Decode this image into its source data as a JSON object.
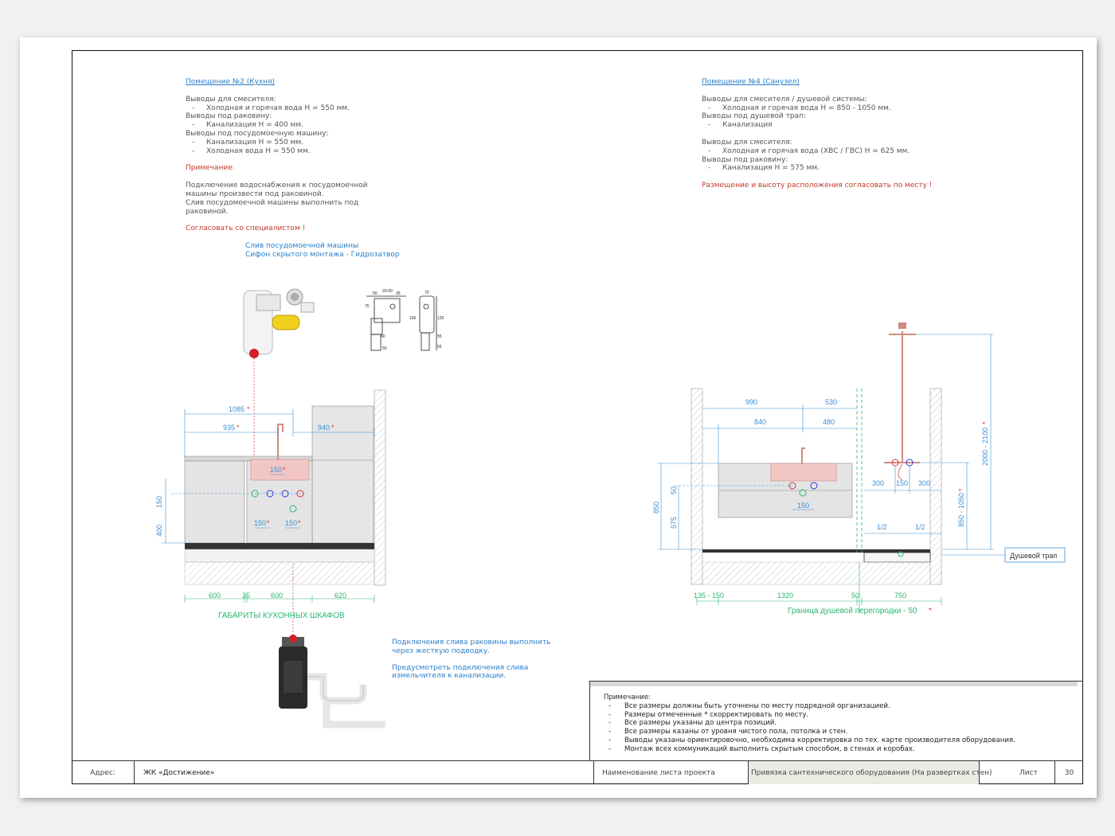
{
  "kitchen": {
    "title": "Помещение №2 (Кухня)",
    "mixer_label": "Выводы для смесителя:",
    "mixer_items": [
      "Холодная и горячая вода H = 550 мм."
    ],
    "sink_label": "Выводы под раковину:",
    "sink_items": [
      "Канализация H = 400 мм."
    ],
    "dishwasher_label": "Выводы под посудомоечную машину:",
    "dishwasher_items": [
      "Канализация H = 550 мм.",
      "Холодная вода H = 550 мм."
    ],
    "note_label": "Примечание:",
    "note_lines": [
      "Подключение водоснабжения к посудомоечной",
      "машины произвести под раковиной.",
      "Слив посудомоечной машины выполнить под",
      "раковиной."
    ],
    "agree": "Согласовать со специалистом !",
    "drain_caption_1": "Слив посудомоечной машины",
    "drain_caption_2": "Сифон скрытого монтажа - Гидрозатвор",
    "dims": {
      "d1085": "1085",
      "d935": "935",
      "d940": "940",
      "d150a": "150",
      "d150v": "150",
      "d400": "400",
      "d150b": "150",
      "d150c": "150",
      "star": "*"
    },
    "bottom_dims": [
      "600",
      "35",
      "600",
      "620"
    ],
    "cabinets_label": "ГАБАРИТЫ КУХОННЫХ ШКАФОВ",
    "sink_note_1a": "Подключения слива раковины выполнить",
    "sink_note_1b": "через жесткую подводку.",
    "sink_note_2a": "Предусмотреть подключения слива",
    "sink_note_2b": "измельчителя к канализации.",
    "mini_dims": [
      "50",
      "20-60",
      "35",
      "70",
      "70",
      "105",
      "125",
      "40",
      "50",
      "55",
      "55"
    ]
  },
  "bathroom": {
    "title": "Помещение №4 (Санузел)",
    "shower_mixer_label": "Выводы для смесителя / душевой системы:",
    "shower_mixer_items": [
      "Холодная и горячая вода H = 850 - 1050 мм."
    ],
    "trap_label": "Выводы под душевой трап:",
    "trap_items": [
      "Канализация"
    ],
    "mixer_label": "Выводы для смесителя:",
    "mixer_items": [
      "Холодная и горячая вода (ХВС / ГВС) H = 625 мм."
    ],
    "sink_label": "Выводы под раковину:",
    "sink_items": [
      "Канализация H = 575 мм."
    ],
    "agree": "Размещение и высоту расположения согласовать по месту !",
    "dims": {
      "d990": "990",
      "d530": "530",
      "d840": "840",
      "d480": "480",
      "d850": "850",
      "d575": "575",
      "d50": "50",
      "d150": "150",
      "d300a": "300",
      "d150b": "150",
      "d300b": "300",
      "d2000": "2000 - 2100",
      "d8501050": "850 - 1050",
      "half1": "1/2",
      "half2": "1/2",
      "star": "*"
    },
    "bottom_dims": [
      "135 - 150",
      "1320",
      "50",
      "750"
    ],
    "trap_tag": "Душевой трап",
    "partition_label": "Граница душевой перегородки - 50"
  },
  "general_note": {
    "title": "Примечание:",
    "items": [
      "Все размеры должны быть уточнены по месту подрядной организацией.",
      "Размеры отмеченные * скорректировать по месту.",
      "Все размеры указаны до центра позиций.",
      "Все размеры казаны от уровня чистого пола, потолка и стен.",
      "Выводы указаны ориентировочно, необходима корректировка по тех. карте производителя оборудования.",
      "Монтаж всех коммуникаций выполнить скрытым способом, в стенах и коробах."
    ]
  },
  "stamp": {
    "address_label": "Адрес:",
    "address_value": "ЖК «Достижение»",
    "sheet_name_label": "Наименование листа проекта",
    "sheet_name_value": "Привязка сантехнического оборудования (На развертках стен)",
    "sheet_label": "Лист",
    "sheet_number": "30"
  },
  "colors": {
    "blue": "#2a7ec9",
    "red": "#c0392b",
    "green": "#2bb673",
    "dim_blue": "#3b8fd6",
    "frame": "#111111",
    "stamp_fill": "#ebebe3"
  }
}
